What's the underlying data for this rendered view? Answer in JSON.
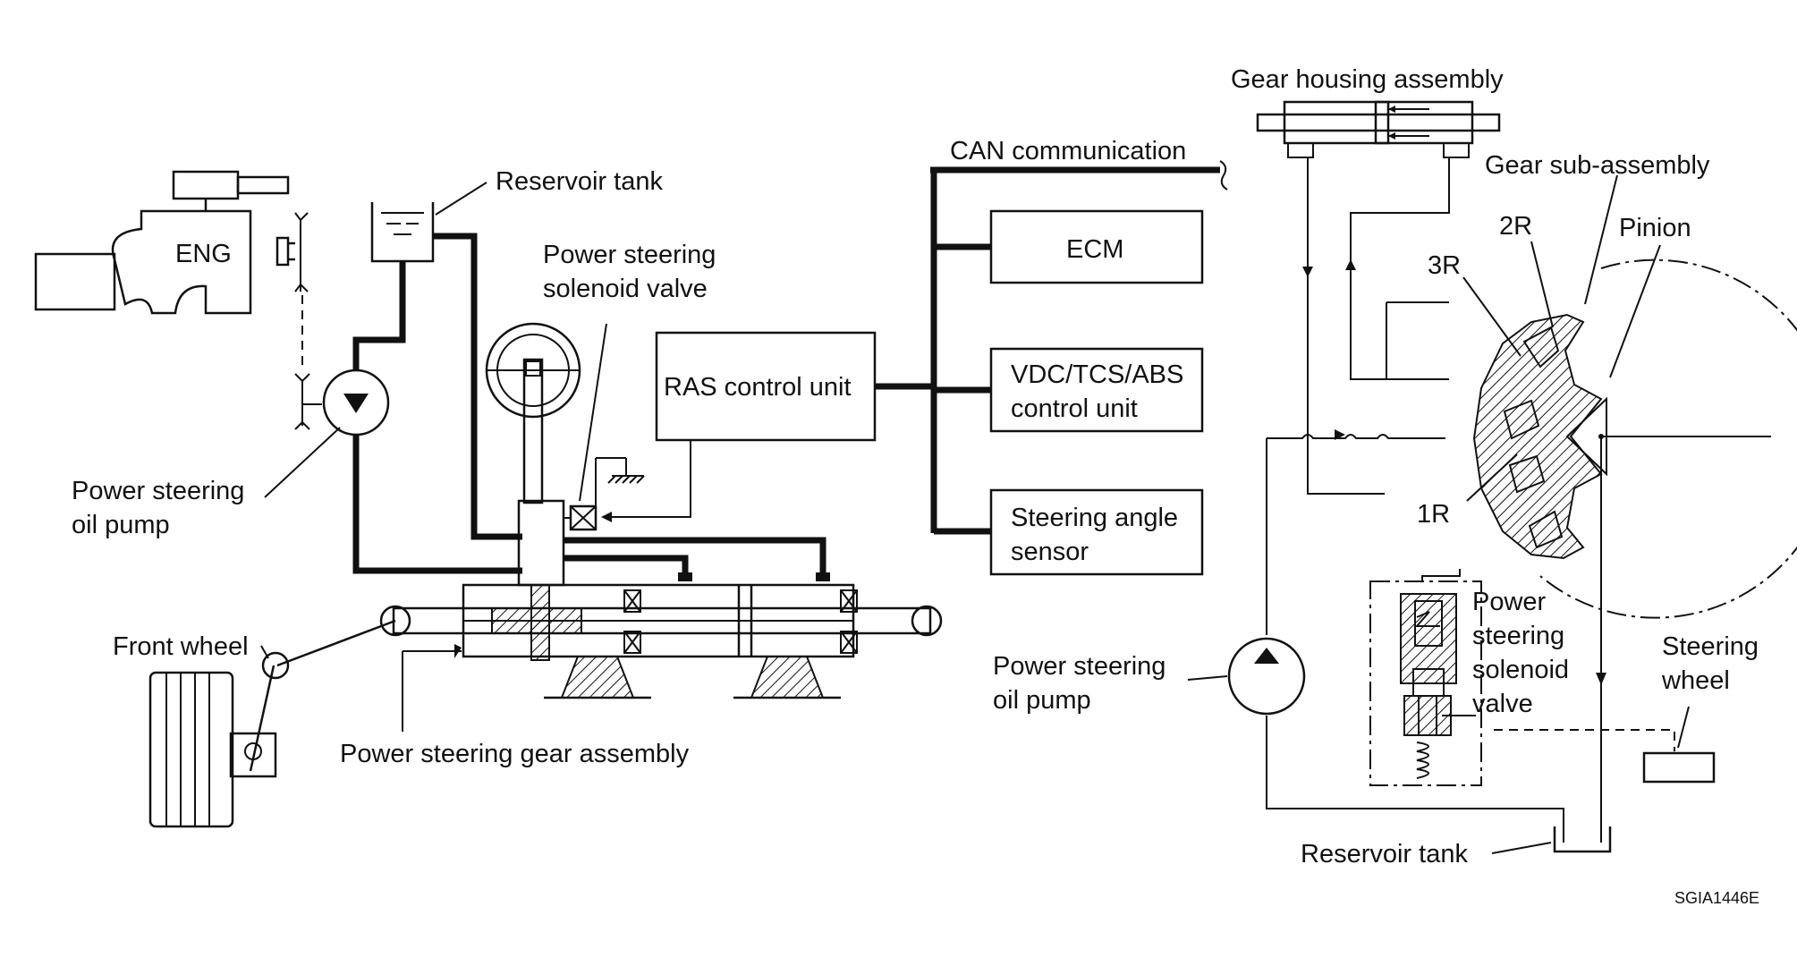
{
  "labels": {
    "eng": "ENG",
    "reservoir_tank_left": "Reservoir tank",
    "ps_solenoid_valve_left_1": "Power steering",
    "ps_solenoid_valve_left_2": "solenoid valve",
    "ps_oil_pump_left_1": "Power steering",
    "ps_oil_pump_left_2": "oil pump",
    "front_wheel": "Front wheel",
    "ps_gear_assembly": "Power steering gear assembly",
    "ras_control_unit": "RAS control unit",
    "can_communication": "CAN communication",
    "ecm": "ECM",
    "vdc_1": "VDC/TCS/ABS",
    "vdc_2": "control unit",
    "steering_angle_1": "Steering angle",
    "steering_angle_2": "sensor",
    "gear_housing_assembly": "Gear housing assembly",
    "gear_sub_assembly": "Gear sub-assembly",
    "label_2r": "2R",
    "label_3r": "3R",
    "label_1r": "1R",
    "pinion": "Pinion",
    "ps_oil_pump_right_1": "Power steering",
    "ps_oil_pump_right_2": "oil pump",
    "ps_solenoid_valve_right_1": "Power",
    "ps_solenoid_valve_right_2": "steering",
    "ps_solenoid_valve_right_3": "solenoid",
    "ps_solenoid_valve_right_4": "valve",
    "steering_wheel_1": "Steering",
    "steering_wheel_2": "wheel",
    "reservoir_tank_right": "Reservoir tank",
    "figure_code": "SGIA1446E"
  }
}
